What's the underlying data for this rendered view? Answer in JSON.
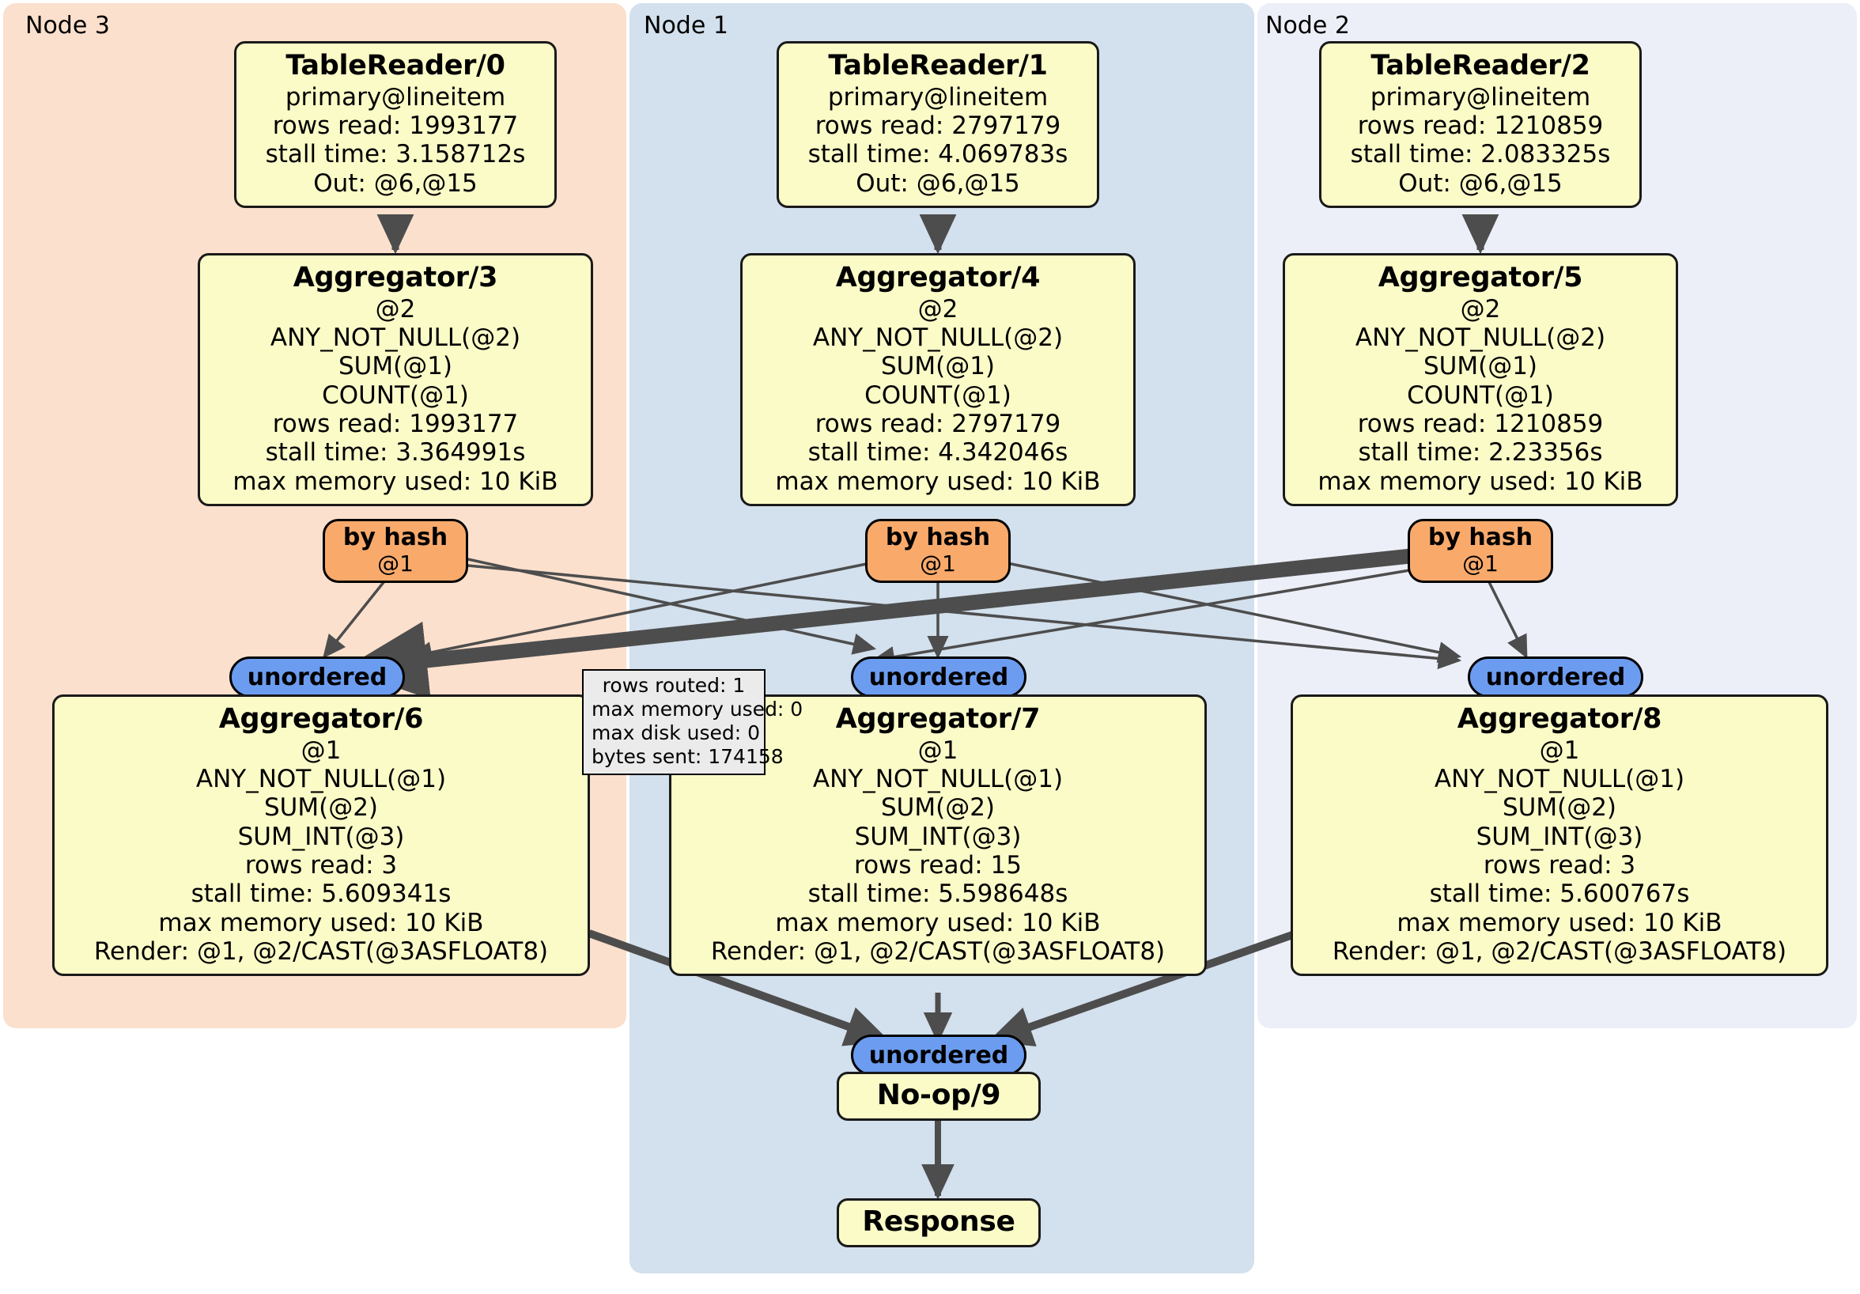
{
  "diagram": {
    "title": "Distributed query execution plan",
    "colors": {
      "cluster_node3_bg": "#fbe0cd",
      "cluster_node1_bg": "#d3e0ed",
      "cluster_node2_bg": "#eceff8",
      "processor_bg": "#fbfbc8",
      "router_bg": "#f9aa6b",
      "sync_bg": "#6c9cf0",
      "stats_bg": "#ebebeb",
      "edge": "#4d4d4d",
      "border": "#000000"
    }
  },
  "clusters": [
    {
      "label": "Node 3",
      "bg": "#fbe0cd"
    },
    {
      "label": "Node 1",
      "bg": "#d3e0ed"
    },
    {
      "label": "Node 2",
      "bg": "#eceff8"
    }
  ],
  "table_readers": [
    {
      "title": "TableReader/0",
      "lines": [
        "primary@lineitem",
        "rows read: 1993177",
        "stall time: 3.158712s",
        "Out: @6,@15"
      ]
    },
    {
      "title": "TableReader/1",
      "lines": [
        "primary@lineitem",
        "rows read: 2797179",
        "stall time: 4.069783s",
        "Out: @6,@15"
      ]
    },
    {
      "title": "TableReader/2",
      "lines": [
        "primary@lineitem",
        "rows read: 1210859",
        "stall time: 2.083325s",
        "Out: @6,@15"
      ]
    }
  ],
  "aggregators_local": [
    {
      "title": "Aggregator/3",
      "lines": [
        "@2",
        "ANY_NOT_NULL(@2)",
        "SUM(@1)",
        "COUNT(@1)",
        "rows read: 1993177",
        "stall time: 3.364991s",
        "max memory used: 10 KiB"
      ]
    },
    {
      "title": "Aggregator/4",
      "lines": [
        "@2",
        "ANY_NOT_NULL(@2)",
        "SUM(@1)",
        "COUNT(@1)",
        "rows read: 2797179",
        "stall time: 4.342046s",
        "max memory used: 10 KiB"
      ]
    },
    {
      "title": "Aggregator/5",
      "lines": [
        "@2",
        "ANY_NOT_NULL(@2)",
        "SUM(@1)",
        "COUNT(@1)",
        "rows read: 1210859",
        "stall time: 2.23356s",
        "max memory used: 10 KiB"
      ]
    }
  ],
  "routers": [
    {
      "type": "by hash",
      "column": "@1"
    },
    {
      "type": "by hash",
      "column": "@1"
    },
    {
      "type": "by hash",
      "column": "@1"
    }
  ],
  "syncs": [
    {
      "label": "unordered"
    },
    {
      "label": "unordered"
    },
    {
      "label": "unordered"
    },
    {
      "label": "unordered"
    }
  ],
  "aggregators_final": [
    {
      "title": "Aggregator/6",
      "lines": [
        "@1",
        "ANY_NOT_NULL(@1)",
        "SUM(@2)",
        "SUM_INT(@3)",
        "rows read: 3",
        "stall time: 5.609341s",
        "max memory used: 10 KiB",
        "Render: @1, @2/CAST(@3ASFLOAT8)"
      ]
    },
    {
      "title": "Aggregator/7",
      "lines": [
        "@1",
        "ANY_NOT_NULL(@1)",
        "SUM(@2)",
        "SUM_INT(@3)",
        "rows read: 15",
        "stall time: 5.598648s",
        "max memory used: 10 KiB",
        "Render: @1, @2/CAST(@3ASFLOAT8)"
      ]
    },
    {
      "title": "Aggregator/8",
      "lines": [
        "@1",
        "ANY_NOT_NULL(@1)",
        "SUM(@2)",
        "SUM_INT(@3)",
        "rows read: 3",
        "stall time: 5.600767s",
        "max memory used: 10 KiB",
        "Render: @1, @2/CAST(@3ASFLOAT8)"
      ]
    }
  ],
  "edge_stats": {
    "lines": [
      "rows routed: 1",
      "max memory used: 0",
      "max disk used: 0",
      "bytes sent: 174158"
    ]
  },
  "terminal": {
    "noop_title": "No-op/9",
    "response_title": "Response"
  }
}
